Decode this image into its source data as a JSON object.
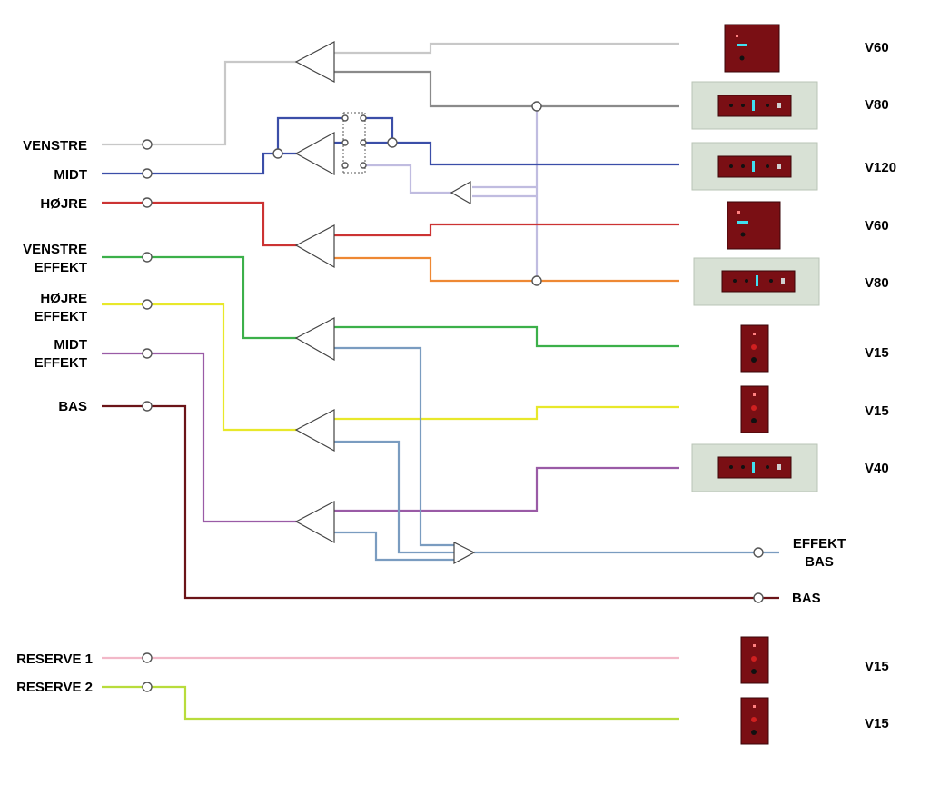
{
  "inputs": [
    {
      "id": "venstre",
      "lines": [
        "VENSTRE"
      ],
      "color": "#c8c8c8"
    },
    {
      "id": "midt",
      "lines": [
        "MIDT"
      ],
      "color": "#3b4ea8"
    },
    {
      "id": "hojre",
      "lines": [
        "HØJRE"
      ],
      "color": "#cc3333"
    },
    {
      "id": "venstre-effekt",
      "lines": [
        "VENSTRE",
        "EFFEKT"
      ],
      "color": "#3cb04a"
    },
    {
      "id": "hojre-effekt",
      "lines": [
        "HØJRE",
        "EFFEKT"
      ],
      "color": "#e8e82a"
    },
    {
      "id": "midt-effekt",
      "lines": [
        "MIDT",
        "EFFEKT"
      ],
      "color": "#9a5ba6"
    },
    {
      "id": "bas",
      "lines": [
        "BAS"
      ],
      "color": "#6b1418"
    },
    {
      "id": "reserve-1",
      "lines": [
        "RESERVE 1"
      ],
      "color": "#f2b8c8"
    },
    {
      "id": "reserve-2",
      "lines": [
        "RESERVE 2"
      ],
      "color": "#b8dc3c"
    }
  ],
  "speakers": [
    {
      "id": "v60-top",
      "label": "V60",
      "type": "cabinet-wide"
    },
    {
      "id": "v80-top",
      "label": "V80",
      "type": "rack"
    },
    {
      "id": "v120",
      "label": "V120",
      "type": "rack"
    },
    {
      "id": "v60-mid",
      "label": "V60",
      "type": "cabinet-wide"
    },
    {
      "id": "v80-mid",
      "label": "V80",
      "type": "rack"
    },
    {
      "id": "v15-a",
      "label": "V15",
      "type": "cabinet-small"
    },
    {
      "id": "v15-b",
      "label": "V15",
      "type": "cabinet-small"
    },
    {
      "id": "v40",
      "label": "V40",
      "type": "rack"
    },
    {
      "id": "v15-c",
      "label": "V15",
      "type": "cabinet-small"
    },
    {
      "id": "v15-d",
      "label": "V15",
      "type": "cabinet-small"
    }
  ],
  "outputs": [
    {
      "id": "effekt-bas",
      "lines": [
        "EFFEKT",
        "BAS"
      ],
      "color": "#7a9cc0"
    },
    {
      "id": "bas-out",
      "lines": [
        "BAS"
      ],
      "color": "#6b1418"
    }
  ],
  "colors": {
    "grey_out": "#8a8a8a",
    "lavender": "#c0bce0",
    "orange": "#ee8833",
    "blue_mix": "#7a9cc0"
  }
}
